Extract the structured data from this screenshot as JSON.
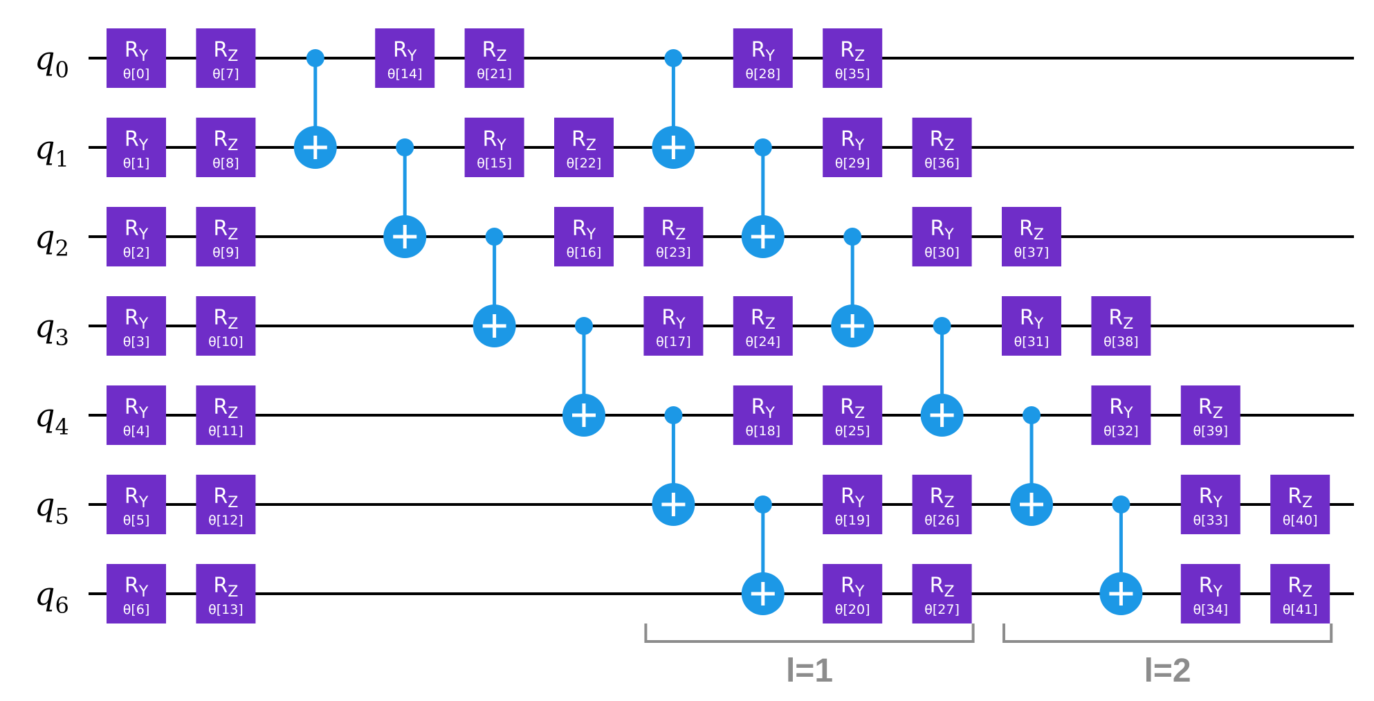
{
  "colors": {
    "wire": "#000000",
    "gate_fill": "#6f2dc8",
    "gate_text": "#ffffff",
    "cnot": "#1c98e6",
    "brace": "#8c8c8c"
  },
  "qubits": [
    {
      "name": "q",
      "sub": "0"
    },
    {
      "name": "q",
      "sub": "1"
    },
    {
      "name": "q",
      "sub": "2"
    },
    {
      "name": "q",
      "sub": "3"
    },
    {
      "name": "q",
      "sub": "4"
    },
    {
      "name": "q",
      "sub": "5"
    },
    {
      "name": "q",
      "sub": "6"
    }
  ],
  "gates": [
    {
      "q": 0,
      "col": 0,
      "axis": "Y",
      "param": "θ[0]"
    },
    {
      "q": 1,
      "col": 0,
      "axis": "Y",
      "param": "θ[1]"
    },
    {
      "q": 2,
      "col": 0,
      "axis": "Y",
      "param": "θ[2]"
    },
    {
      "q": 3,
      "col": 0,
      "axis": "Y",
      "param": "θ[3]"
    },
    {
      "q": 4,
      "col": 0,
      "axis": "Y",
      "param": "θ[4]"
    },
    {
      "q": 5,
      "col": 0,
      "axis": "Y",
      "param": "θ[5]"
    },
    {
      "q": 6,
      "col": 0,
      "axis": "Y",
      "param": "θ[6]"
    },
    {
      "q": 0,
      "col": 1,
      "axis": "Z",
      "param": "θ[7]"
    },
    {
      "q": 1,
      "col": 1,
      "axis": "Z",
      "param": "θ[8]"
    },
    {
      "q": 2,
      "col": 1,
      "axis": "Z",
      "param": "θ[9]"
    },
    {
      "q": 3,
      "col": 1,
      "axis": "Z",
      "param": "θ[10]"
    },
    {
      "q": 4,
      "col": 1,
      "axis": "Z",
      "param": "θ[11]"
    },
    {
      "q": 5,
      "col": 1,
      "axis": "Z",
      "param": "θ[12]"
    },
    {
      "q": 6,
      "col": 1,
      "axis": "Z",
      "param": "θ[13]"
    },
    {
      "q": 0,
      "col": 3,
      "axis": "Y",
      "param": "θ[14]"
    },
    {
      "q": 0,
      "col": 4,
      "axis": "Z",
      "param": "θ[21]"
    },
    {
      "q": 1,
      "col": 4,
      "axis": "Y",
      "param": "θ[15]"
    },
    {
      "q": 1,
      "col": 5,
      "axis": "Z",
      "param": "θ[22]"
    },
    {
      "q": 2,
      "col": 5,
      "axis": "Y",
      "param": "θ[16]"
    },
    {
      "q": 2,
      "col": 6,
      "axis": "Z",
      "param": "θ[23]"
    },
    {
      "q": 3,
      "col": 6,
      "axis": "Y",
      "param": "θ[17]"
    },
    {
      "q": 3,
      "col": 7,
      "axis": "Z",
      "param": "θ[24]"
    },
    {
      "q": 4,
      "col": 7,
      "axis": "Y",
      "param": "θ[18]"
    },
    {
      "q": 4,
      "col": 8,
      "axis": "Z",
      "param": "θ[25]"
    },
    {
      "q": 5,
      "col": 8,
      "axis": "Y",
      "param": "θ[19]"
    },
    {
      "q": 5,
      "col": 9,
      "axis": "Z",
      "param": "θ[26]"
    },
    {
      "q": 6,
      "col": 8,
      "axis": "Y",
      "param": "θ[20]"
    },
    {
      "q": 6,
      "col": 9,
      "axis": "Z",
      "param": "θ[27]"
    },
    {
      "q": 0,
      "col": 7,
      "axis": "Y",
      "param": "θ[28]"
    },
    {
      "q": 0,
      "col": 8,
      "axis": "Z",
      "param": "θ[35]"
    },
    {
      "q": 1,
      "col": 8,
      "axis": "Y",
      "param": "θ[29]"
    },
    {
      "q": 1,
      "col": 9,
      "axis": "Z",
      "param": "θ[36]"
    },
    {
      "q": 2,
      "col": 9,
      "axis": "Y",
      "param": "θ[30]"
    },
    {
      "q": 2,
      "col": 10,
      "axis": "Z",
      "param": "θ[37]"
    },
    {
      "q": 3,
      "col": 10,
      "axis": "Y",
      "param": "θ[31]"
    },
    {
      "q": 3,
      "col": 11,
      "axis": "Z",
      "param": "θ[38]"
    },
    {
      "q": 4,
      "col": 11,
      "axis": "Y",
      "param": "θ[32]"
    },
    {
      "q": 4,
      "col": 12,
      "axis": "Z",
      "param": "θ[39]"
    },
    {
      "q": 5,
      "col": 12,
      "axis": "Y",
      "param": "θ[33]"
    },
    {
      "q": 5,
      "col": 13,
      "axis": "Z",
      "param": "θ[40]"
    },
    {
      "q": 6,
      "col": 12,
      "axis": "Y",
      "param": "θ[34]"
    },
    {
      "q": 6,
      "col": 13,
      "axis": "Z",
      "param": "θ[41]"
    }
  ],
  "gate_label": "R",
  "cnots": [
    {
      "col": 2,
      "control": 0,
      "target": 1
    },
    {
      "col": 3,
      "control": 1,
      "target": 2
    },
    {
      "col": 4,
      "control": 2,
      "target": 3
    },
    {
      "col": 5,
      "control": 3,
      "target": 4
    },
    {
      "col": 6,
      "control": 4,
      "target": 5
    },
    {
      "col": 6,
      "control": 0,
      "target": 1
    },
    {
      "col": 7,
      "control": 1,
      "target": 2
    },
    {
      "col": 7,
      "control": 5,
      "target": 6
    },
    {
      "col": 8,
      "control": 2,
      "target": 3
    },
    {
      "col": 9,
      "control": 3,
      "target": 4
    },
    {
      "col": 10,
      "control": 4,
      "target": 5
    },
    {
      "col": 11,
      "control": 5,
      "target": 6
    }
  ],
  "braces": [
    {
      "label": "l=1",
      "from_col": 6,
      "to_col": 9
    },
    {
      "label": "l=2",
      "from_col": 10,
      "to_col": 13
    }
  ]
}
